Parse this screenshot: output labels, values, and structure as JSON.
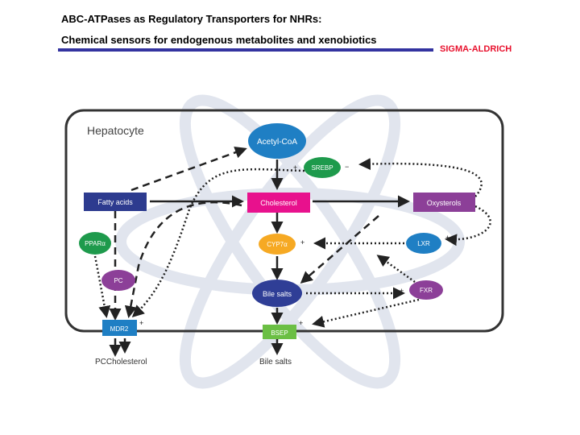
{
  "header": {
    "title_line1": "ABC-ATPases as Regulatory Transporters for NHRs:",
    "title_line2": "Chemical sensors for endogenous metabolites and xenobiotics",
    "brand": "SIGMA-ALDRICH"
  },
  "diagram": {
    "cell_label": "Hepatocyte",
    "nodes": {
      "acetyl_coa": "Acetyl-CoA",
      "srebp": "SREBP",
      "fatty_acids": "Fatty acids",
      "cholesterol": "Cholesterol",
      "oxysterols": "Oxysterols",
      "ppar_a": "PPARα",
      "cyp7a": "CYP7α",
      "lxr": "LXR",
      "pc": "PC",
      "bile_salts": "Bile salts",
      "fxr": "FXR",
      "mdr2": "MDR2",
      "bsep": "BSEP",
      "pc_cholesterol_out": "PCCholesterol",
      "bile_salts_out": "Bile salts"
    },
    "signs": {
      "srebp_to_chol": "+",
      "oxy_to_srebp": "−",
      "oxy_to_lxr": "+",
      "lxr_to_cyp": "+",
      "bile_to_fxr": "+",
      "fxr_to_bsep": "+",
      "ppar_to_mdr2": "+",
      "pc_to_mdr2": "+",
      "srebp_to_mdr2": "+"
    },
    "colors": {
      "blue_ellipse": "#1f7fc4",
      "green_ellipse": "#1e9a4c",
      "purple": "#8c3f98",
      "navy_box": "#2d3b8f",
      "magenta_box": "#e8118d",
      "orange_ellipse": "#f6a923",
      "bile_ellipse": "#2f3e96",
      "mdr2_box": "#1f7fc4",
      "bsep_box": "#6bbf44",
      "outline": "#333333"
    }
  }
}
